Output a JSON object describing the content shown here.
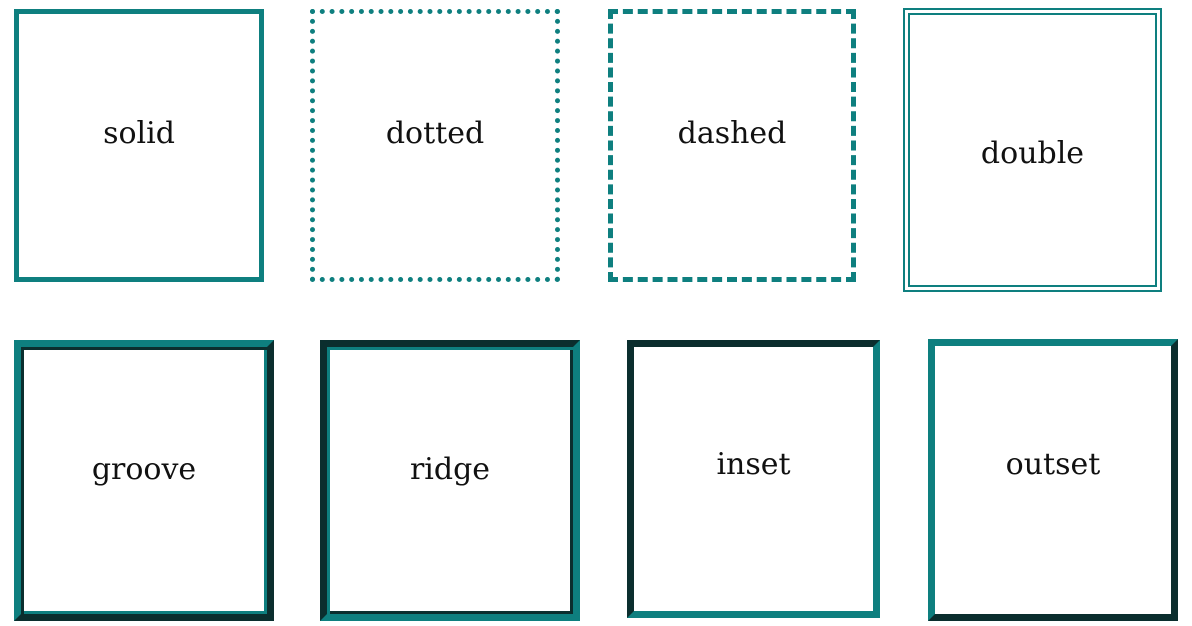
{
  "theme": {
    "accent": "#0e7f7f",
    "dark_edge": "#0b2e2e",
    "background": "#ffffff"
  },
  "boxes": [
    {
      "id": "solid",
      "label": "solid"
    },
    {
      "id": "dotted",
      "label": "dotted"
    },
    {
      "id": "dashed",
      "label": "dashed"
    },
    {
      "id": "double",
      "label": "double"
    },
    {
      "id": "groove",
      "label": "groove"
    },
    {
      "id": "ridge",
      "label": "ridge"
    },
    {
      "id": "inset",
      "label": "inset"
    },
    {
      "id": "outset",
      "label": "outset"
    }
  ]
}
